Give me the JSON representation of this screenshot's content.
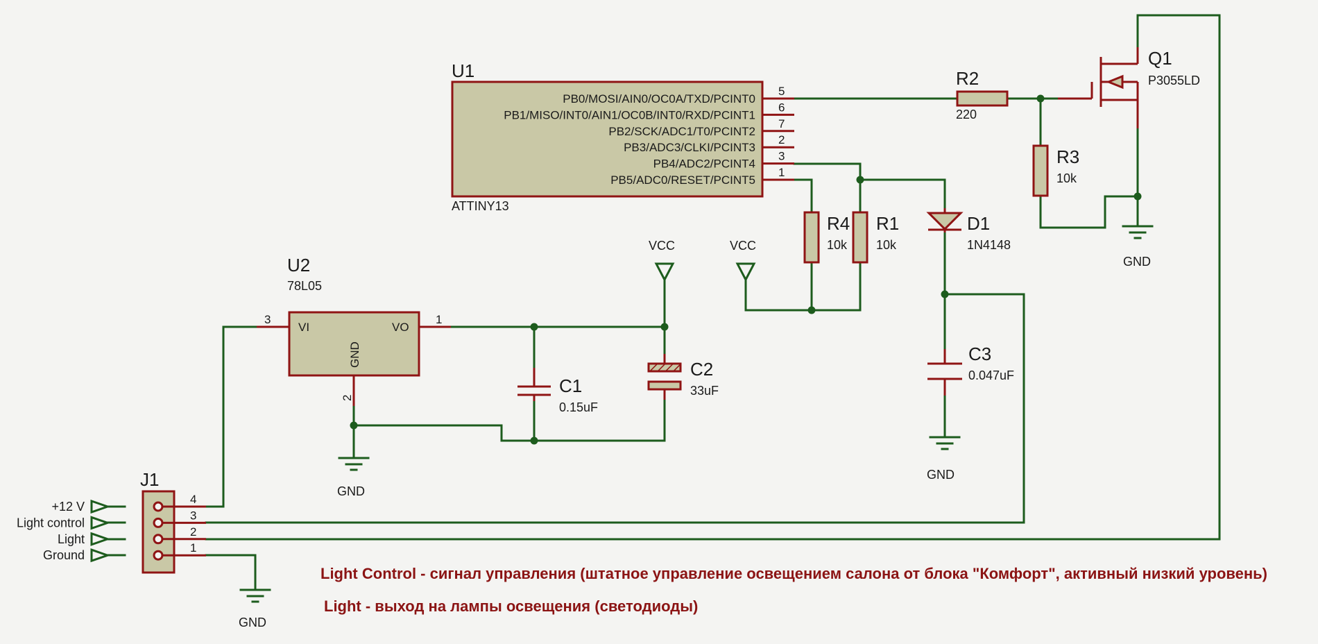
{
  "components": {
    "u1": {
      "ref": "U1",
      "part": "ATTINY13",
      "pins": [
        {
          "name": "PB0/MOSI/AIN0/OC0A/TXD/PCINT0",
          "num": "5"
        },
        {
          "name": "PB1/MISO/INT0/AIN1/OC0B/INT0/RXD/PCINT1",
          "num": "6"
        },
        {
          "name": "PB2/SCK/ADC1/T0/PCINT2",
          "num": "7"
        },
        {
          "name": "PB3/ADC3/CLKI/PCINT3",
          "num": "2"
        },
        {
          "name": "PB4/ADC2/PCINT4",
          "num": "3"
        },
        {
          "name": "PB5/ADC0/RESET/PCINT5",
          "num": "1"
        }
      ]
    },
    "u2": {
      "ref": "U2",
      "value": "78L05",
      "vi": "VI",
      "vo": "VO",
      "gnd": "GND",
      "pin_vi": "3",
      "pin_vo": "1",
      "pin_gnd": "2"
    },
    "q1": {
      "ref": "Q1",
      "value": "P3055LD"
    },
    "r1": {
      "ref": "R1",
      "value": "10k"
    },
    "r2": {
      "ref": "R2",
      "value": "220"
    },
    "r3": {
      "ref": "R3",
      "value": "10k"
    },
    "r4": {
      "ref": "R4",
      "value": "10k"
    },
    "d1": {
      "ref": "D1",
      "value": "1N4148"
    },
    "c1": {
      "ref": "C1",
      "value": "0.15uF"
    },
    "c2": {
      "ref": "C2",
      "value": "33uF"
    },
    "c3": {
      "ref": "C3",
      "value": "0.047uF"
    },
    "j1": {
      "ref": "J1",
      "pins": [
        {
          "num": "4",
          "label": "+12 V"
        },
        {
          "num": "3",
          "label": "Light control"
        },
        {
          "num": "2",
          "label": "Light"
        },
        {
          "num": "1",
          "label": "Ground"
        }
      ]
    }
  },
  "power": {
    "vcc": "VCC",
    "gnd": "GND"
  },
  "notes": [
    "Light Control - сигнал управления (штатное управление освещением салона от блока \"Комфорт\", активный низкий уровень)",
    "Light - выход на лампы освещения (светодиоды)"
  ],
  "colors": {
    "wire": "#1d5c1d",
    "pin": "#8f1414",
    "body": "#c9c8a6",
    "note": "#8b1414",
    "background": "#f4f4f2"
  }
}
